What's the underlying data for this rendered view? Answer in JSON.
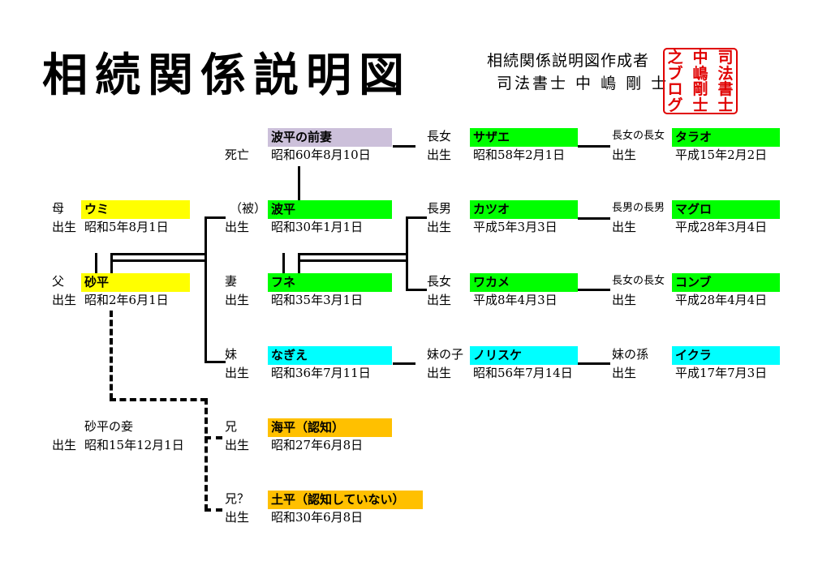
{
  "title": "相続関係説明図",
  "author": {
    "line1": "相続関係説明図作成者",
    "line2": "司法書士 中 嶋 剛 士"
  },
  "seal": {
    "col1": "之ブログ",
    "col2": "中嶋剛士",
    "col3": "司法書士",
    "color": "#e00000"
  },
  "label_birth": "出生",
  "persons": {
    "mother": {
      "relation": "母",
      "name": "ウミ",
      "birth": "昭和5年8月1日"
    },
    "father": {
      "relation": "父",
      "name": "砂平",
      "birth": "昭和2年6月1日"
    },
    "father_wife": {
      "name": "砂平の妾",
      "birth": "昭和15年12月1日"
    },
    "decedent": {
      "relation": "（被）",
      "name": "波平",
      "birth": "昭和30年1月1日"
    },
    "former_wife": {
      "relation": "死亡",
      "name": "波平の前妻",
      "death": "昭和60年8月10日"
    },
    "wife": {
      "relation": "妻",
      "name": "フネ",
      "birth": "昭和35年3月1日"
    },
    "sister": {
      "relation": "妹",
      "name": "なぎえ",
      "birth": "昭和36年7月11日"
    },
    "brother": {
      "relation": "兄",
      "name": "海平（認知）",
      "birth": "昭和27年6月8日"
    },
    "brother2": {
      "relation": "兄？",
      "name": "土平（認知していない）",
      "birth": "昭和30年6月8日"
    },
    "sazae": {
      "relation": "長女",
      "name": "サザエ",
      "birth": "昭和58年2月1日"
    },
    "katsuo": {
      "relation": "長男",
      "name": "カツオ",
      "birth": "平成5年3月3日"
    },
    "wakame": {
      "relation": "長女",
      "name": "ワカメ",
      "birth": "平成8年4月3日"
    },
    "norisuke": {
      "relation": "妹の子",
      "name": "ノリスケ",
      "birth": "昭和56年7月14日"
    },
    "tarao": {
      "relation": "長女の長女",
      "name": "タラオ",
      "birth": "平成15年2月2日"
    },
    "maguro": {
      "relation": "長男の長男",
      "name": "マグロ",
      "birth": "平成28年3月4日"
    },
    "konbu": {
      "relation": "長女の長女",
      "name": "コンブ",
      "birth": "平成28年4月4日"
    },
    "ikura": {
      "relation": "妹の孫",
      "name": "イクラ",
      "birth": "平成17年7月3日"
    }
  },
  "colors": {
    "parents": "#ffff00",
    "heirs": "#00ff00",
    "sister_line": "#00ffff",
    "half_siblings": "#ffc000",
    "former_wife": "#ccc0da"
  }
}
